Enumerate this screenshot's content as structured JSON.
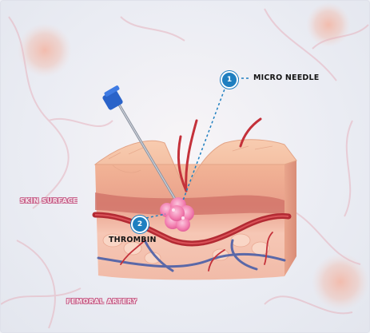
{
  "callouts": [
    {
      "number": "1",
      "label": "MICRO NEEDLE"
    },
    {
      "number": "2",
      "label": "THROMBIN"
    }
  ],
  "side_labels": {
    "skin_surface": "SKIN SURFACE",
    "femoral_artery": "FEMORAL ARTERY"
  },
  "colors": {
    "skin": "#f2b89c",
    "dermis": "#e79a86",
    "artery": "#c4313a",
    "vein": "#4a5fa8",
    "thrombin": "#f37fb0",
    "callout_line": "#1f7fc0",
    "needle_cap": "#2a63c9"
  },
  "icons": [
    "syringe-needle",
    "thrombin-blob",
    "skin-cross-section"
  ]
}
